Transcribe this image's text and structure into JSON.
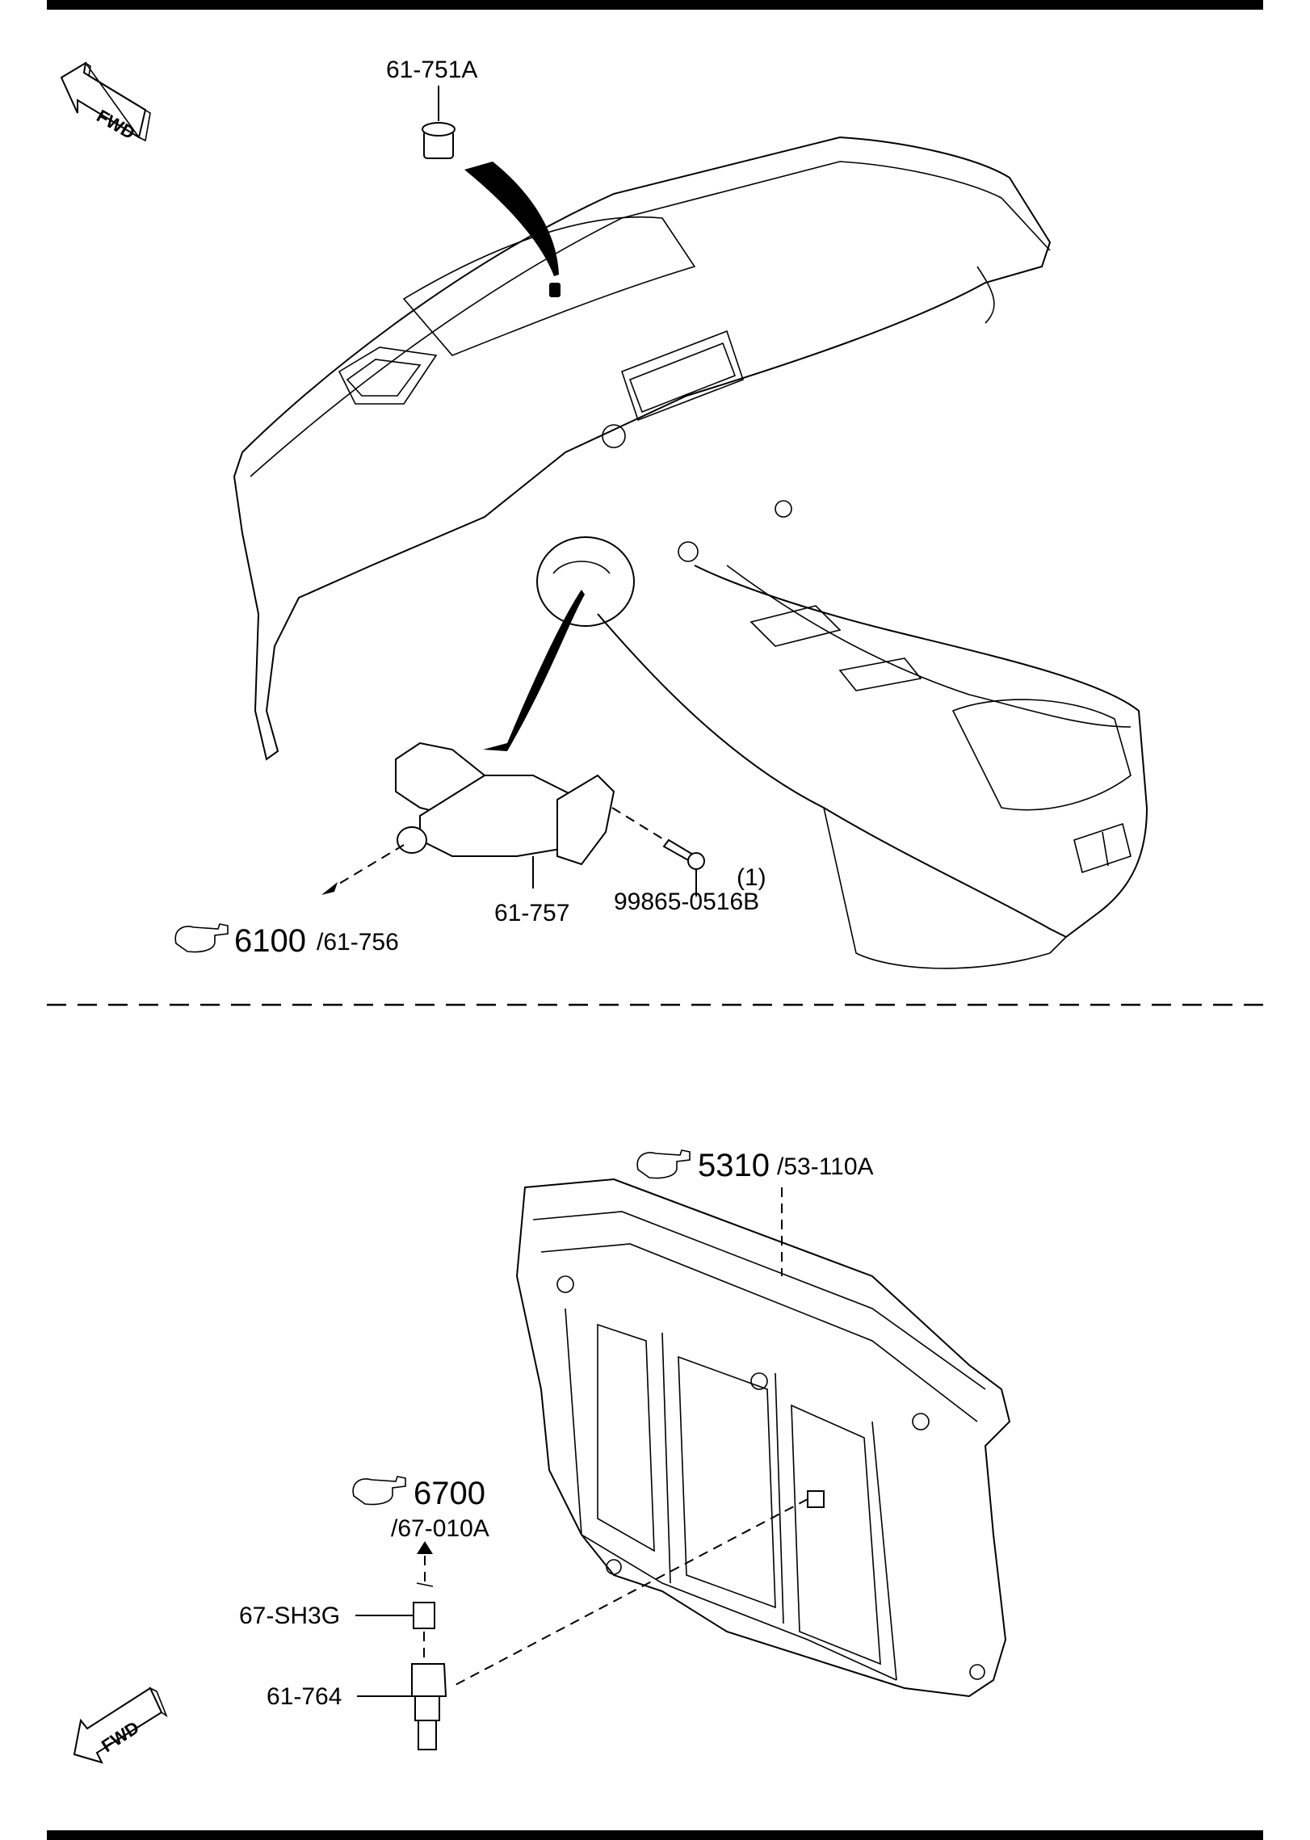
{
  "fwd_label": "FWD",
  "top_section": {
    "callouts": {
      "clip_top": "61-751A",
      "ref_6100_code": "6100",
      "ref_6100_sub": "/61-756",
      "steering_switch": "61-757",
      "screw": "99865-0516B",
      "screw_qty": "(1)"
    }
  },
  "bottom_section": {
    "callouts": {
      "ref_5310_code": "5310",
      "ref_5310_sub": "/53-110A",
      "ref_6700_code": "6700",
      "ref_6700_sub": "/67-010A",
      "bracket": "67-SH3G",
      "sensor": "61-764"
    }
  },
  "icons": [
    "hand-pointer-icon",
    "fwd-arrow-icon"
  ],
  "colors": {
    "ink": "#000000",
    "paper": "#ffffff"
  }
}
